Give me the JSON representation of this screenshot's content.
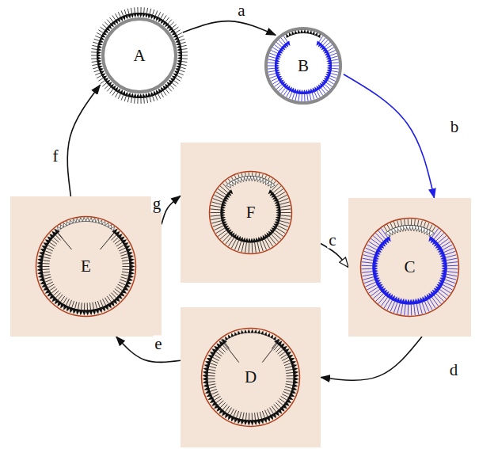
{
  "diagram": {
    "nodes": [
      {
        "text": [
          "A"
        ]
      },
      {
        "text": [
          "B"
        ]
      },
      {
        "text": [
          "E"
        ]
      },
      {
        "text": [
          "F"
        ]
      },
      {
        "text": [
          "C"
        ]
      },
      {
        "text": [
          "D"
        ]
      }
    ],
    "edges": [
      {
        "from": 0,
        "to": 1,
        "arrow": "to",
        "label": "a"
      },
      {
        "from": 1,
        "to": 4,
        "arrow": "to",
        "label": "b"
      },
      {
        "from": 3,
        "to": 4,
        "arrow": "to",
        "label": "c"
      },
      {
        "from": 4,
        "to": 5,
        "arrow": "to",
        "label": "d"
      },
      {
        "from": 5,
        "to": 2,
        "arrow": "to",
        "label": "e"
      },
      {
        "from": 2,
        "to": 0,
        "arrow": "to",
        "label": "f"
      },
      {
        "from": 2,
        "to": 3,
        "arrow": "to",
        "label": "g"
      }
    ]
  }
}
